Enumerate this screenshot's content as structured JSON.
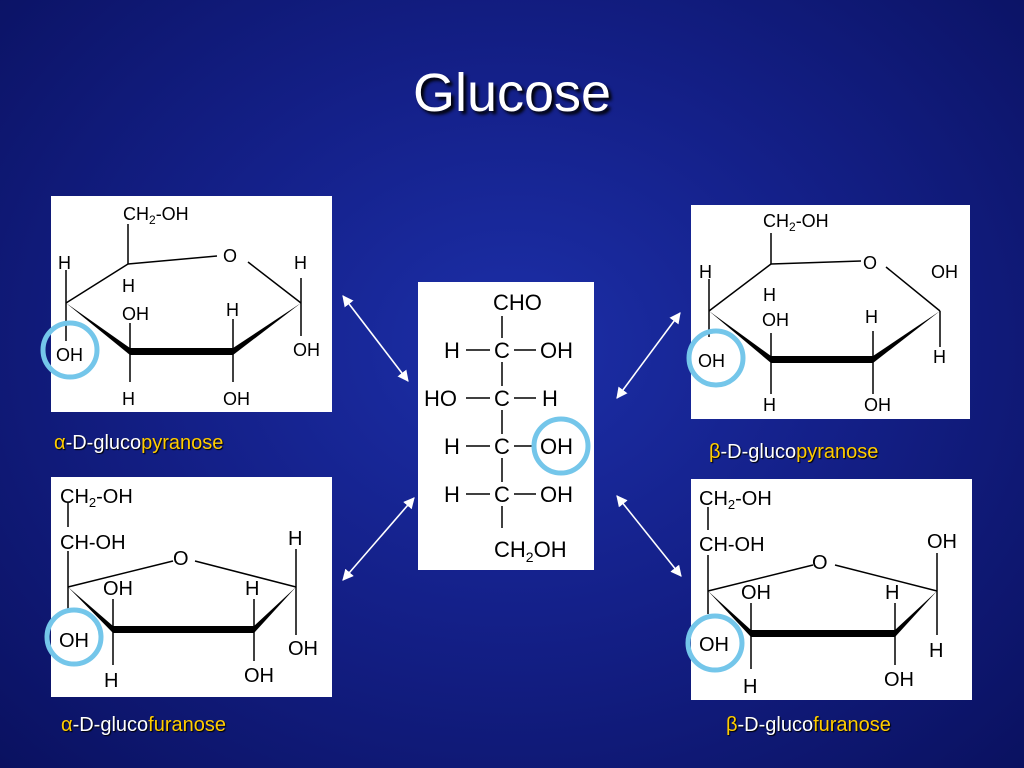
{
  "title": "Glucose",
  "colors": {
    "accent": "#ffcc00",
    "highlight_circle": "#74c6ea"
  },
  "captions": {
    "alpha_pyranose": {
      "greek": "α",
      "middle": "-D-gluco",
      "ring": "pyranose"
    },
    "beta_pyranose": {
      "greek": "β",
      "middle": "-D-gluco",
      "ring": "pyranose"
    },
    "alpha_furanose": {
      "greek": "α",
      "middle": "-D-gluco",
      "ring": "furanose"
    },
    "beta_furanose": {
      "greek": "β",
      "middle": "-D-gluco",
      "ring": "furanose"
    }
  },
  "labels": {
    "ch2oh_a": "CH",
    "ch2oh_sub": "2",
    "ch2oh_b": "-OH",
    "o": "O",
    "h": "H",
    "oh": "OH",
    "ho": "HO",
    "c": "C",
    "cho": "CHO",
    "ch_oh": "CH-OH",
    "ch2oh_bottom_a": "CH",
    "ch2oh_bottom_b": "OH"
  }
}
